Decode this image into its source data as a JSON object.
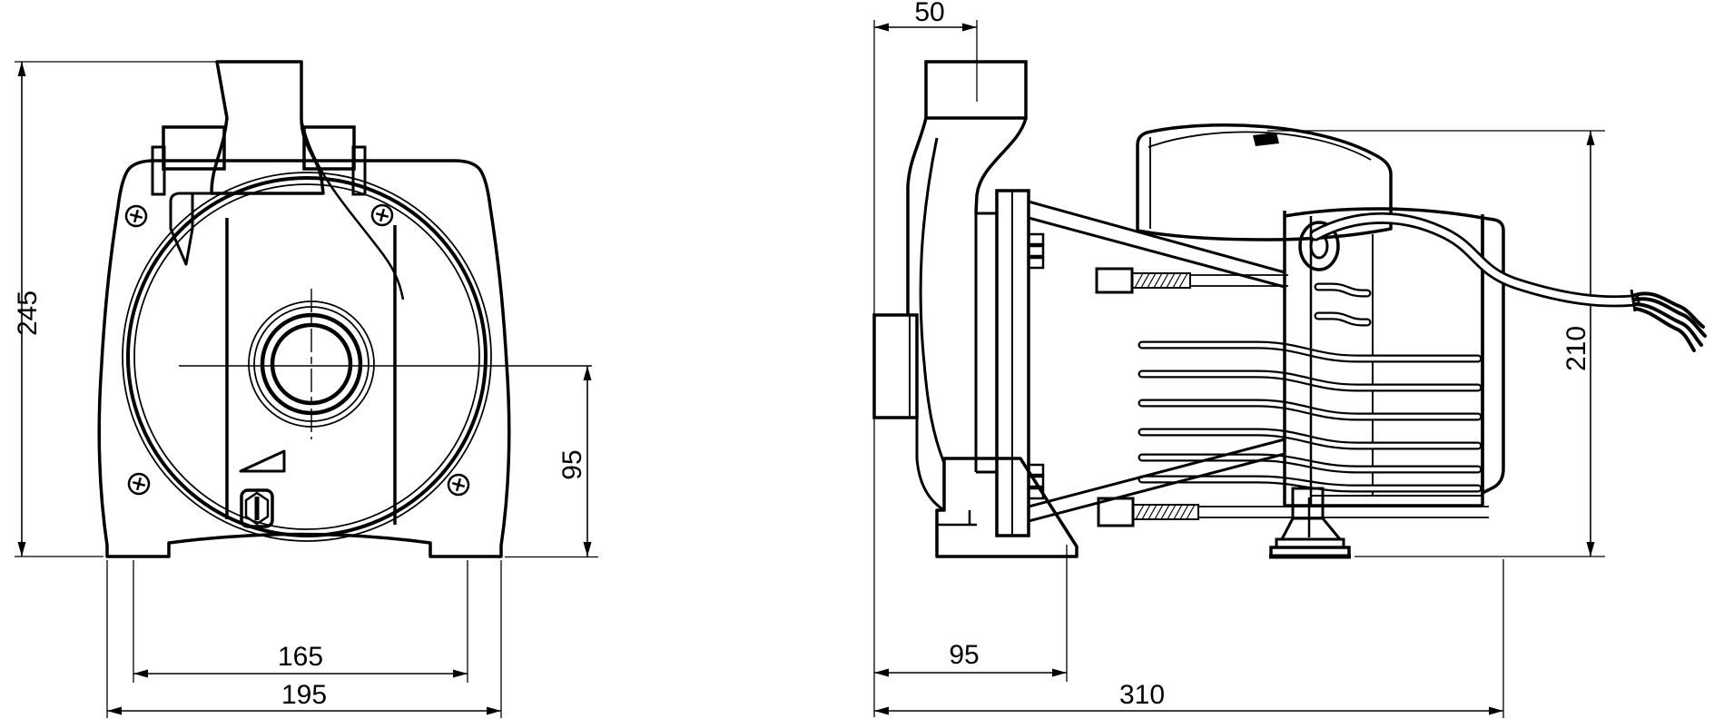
{
  "drawing": {
    "subject": "centrifugal-pump-dimensional-drawing",
    "background": "#ffffff",
    "line_color": "#000000",
    "views": {
      "front": {
        "dims": {
          "overall_height": "245",
          "port_center_height": "95",
          "inner_span": "165",
          "base_width": "195"
        }
      },
      "side": {
        "dims": {
          "port_offset": "50",
          "height_above_base": "210",
          "casing_depth": "95",
          "overall_length": "310"
        }
      }
    }
  }
}
